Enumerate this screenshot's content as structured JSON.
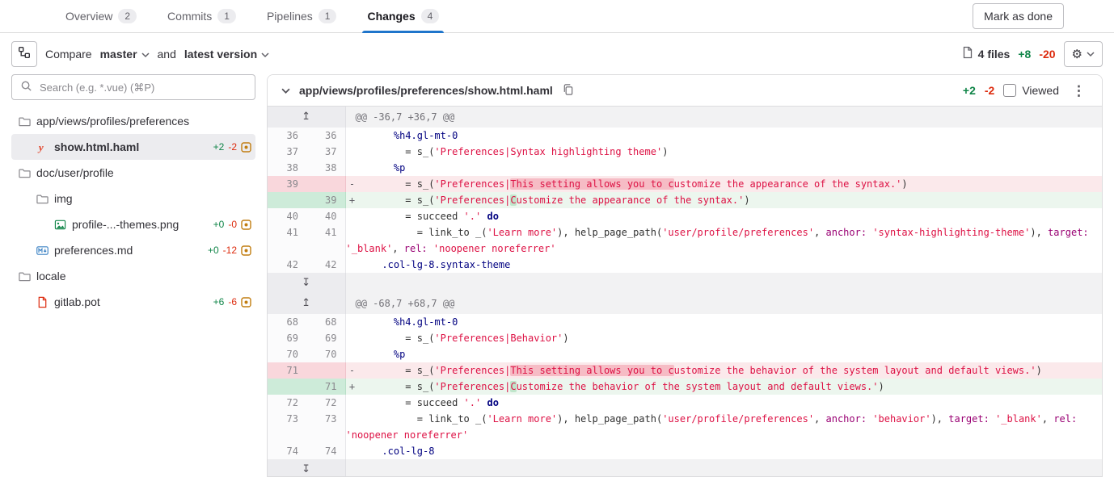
{
  "icons": {
    "gear": "⚙",
    "kebab": "⋮",
    "expand_up": "↥",
    "expand_down": "↧"
  },
  "header": {
    "tabs": [
      {
        "label": "Overview",
        "count": "2",
        "active": false
      },
      {
        "label": "Commits",
        "count": "1",
        "active": false
      },
      {
        "label": "Pipelines",
        "count": "1",
        "active": false
      },
      {
        "label": "Changes",
        "count": "4",
        "active": true
      }
    ],
    "mark_as_done": "Mark as done"
  },
  "compare_bar": {
    "compare_label": "Compare",
    "source_branch": "master",
    "and_label": "and",
    "version_label": "latest version",
    "files_count": "4 files",
    "additions": "+8",
    "deletions": "-20"
  },
  "sidebar": {
    "search_placeholder": "Search (e.g. *.vue) (⌘P)",
    "tree": [
      {
        "kind": "folder",
        "depth": 0,
        "label": "app/views/profiles/preferences"
      },
      {
        "kind": "file",
        "depth": 1,
        "icon": "haml",
        "label": "show.html.haml",
        "additions": "+2",
        "deletions": "-2",
        "selected": true
      },
      {
        "kind": "folder",
        "depth": 0,
        "label": "doc/user/profile"
      },
      {
        "kind": "folder",
        "depth": 1,
        "label": "img"
      },
      {
        "kind": "file",
        "depth": 2,
        "icon": "image",
        "label": "profile-...-themes.png",
        "additions": "+0",
        "deletions": "-0"
      },
      {
        "kind": "file",
        "depth": 1,
        "icon": "markdown",
        "label": "preferences.md",
        "additions": "+0",
        "deletions": "-12"
      },
      {
        "kind": "folder",
        "depth": 0,
        "label": "locale"
      },
      {
        "kind": "file",
        "depth": 1,
        "icon": "pot",
        "label": "gitlab.pot",
        "additions": "+6",
        "deletions": "-6"
      }
    ]
  },
  "diff": {
    "file_path": "app/views/profiles/preferences/show.html.haml",
    "additions": "+2",
    "deletions": "-2",
    "viewed_label": "Viewed",
    "rows": [
      {
        "kind": "hunk",
        "text": "@@ -36,7 +36,7 @@"
      },
      {
        "kind": "line",
        "type": "context",
        "old": "36",
        "new": "36",
        "segs": [
          [
            "d",
            "      "
          ],
          [
            "h",
            "%h4.gl-mt-0"
          ]
        ]
      },
      {
        "kind": "line",
        "type": "context",
        "old": "37",
        "new": "37",
        "segs": [
          [
            "d",
            "        = s_("
          ],
          [
            "s",
            "'Preferences|Syntax highlighting theme'"
          ],
          [
            "d",
            ")"
          ]
        ]
      },
      {
        "kind": "line",
        "type": "context",
        "old": "38",
        "new": "38",
        "segs": [
          [
            "d",
            "      "
          ],
          [
            "h",
            "%p"
          ]
        ]
      },
      {
        "kind": "line",
        "type": "remove",
        "old": "39",
        "new": "",
        "segs": [
          [
            "d",
            "        = s_("
          ],
          [
            "s",
            "'Preferences|"
          ],
          [
            "sx",
            "This setting allows you to c"
          ],
          [
            "s",
            "ustomize the appearance of the syntax.'"
          ],
          [
            "d",
            ")"
          ]
        ]
      },
      {
        "kind": "line",
        "type": "add",
        "old": "",
        "new": "39",
        "segs": [
          [
            "d",
            "        = s_("
          ],
          [
            "s",
            "'Preferences|"
          ],
          [
            "sa",
            "C"
          ],
          [
            "s",
            "ustomize the appearance of the syntax.'"
          ],
          [
            "d",
            ")"
          ]
        ]
      },
      {
        "kind": "line",
        "type": "context",
        "old": "40",
        "new": "40",
        "segs": [
          [
            "d",
            "        = succeed "
          ],
          [
            "s",
            "'.'"
          ],
          [
            "d",
            " "
          ],
          [
            "k",
            "do"
          ]
        ]
      },
      {
        "kind": "line",
        "type": "context",
        "old": "41",
        "new": "41",
        "segs": [
          [
            "d",
            "          = link_to _("
          ],
          [
            "s",
            "'Learn more'"
          ],
          [
            "d",
            "), help_page_path("
          ],
          [
            "s",
            "'user/profile/preferences'"
          ],
          [
            "d",
            ", "
          ],
          [
            "y",
            "anchor:"
          ],
          [
            "d",
            " "
          ],
          [
            "s",
            "'syntax-highlighting-theme'"
          ],
          [
            "d",
            "), "
          ],
          [
            "y",
            "target:"
          ],
          [
            "d",
            " "
          ],
          [
            "s",
            "'_blank'"
          ],
          [
            "d",
            ", "
          ],
          [
            "y",
            "rel:"
          ],
          [
            "d",
            " "
          ],
          [
            "s",
            "'noopener noreferrer'"
          ]
        ]
      },
      {
        "kind": "line",
        "type": "context",
        "old": "42",
        "new": "42",
        "segs": [
          [
            "d",
            "    "
          ],
          [
            "h",
            ".col-lg-8.syntax-theme"
          ]
        ]
      },
      {
        "kind": "expand"
      },
      {
        "kind": "hunk",
        "text": "@@ -68,7 +68,7 @@"
      },
      {
        "kind": "line",
        "type": "context",
        "old": "68",
        "new": "68",
        "segs": [
          [
            "d",
            "      "
          ],
          [
            "h",
            "%h4.gl-mt-0"
          ]
        ]
      },
      {
        "kind": "line",
        "type": "context",
        "old": "69",
        "new": "69",
        "segs": [
          [
            "d",
            "        = s_("
          ],
          [
            "s",
            "'Preferences|Behavior'"
          ],
          [
            "d",
            ")"
          ]
        ]
      },
      {
        "kind": "line",
        "type": "context",
        "old": "70",
        "new": "70",
        "segs": [
          [
            "d",
            "      "
          ],
          [
            "h",
            "%p"
          ]
        ]
      },
      {
        "kind": "line",
        "type": "remove",
        "old": "71",
        "new": "",
        "segs": [
          [
            "d",
            "        = s_("
          ],
          [
            "s",
            "'Preferences|"
          ],
          [
            "sx",
            "This setting allows you to c"
          ],
          [
            "s",
            "ustomize the behavior of the system layout and default views.'"
          ],
          [
            "d",
            ")"
          ]
        ]
      },
      {
        "kind": "line",
        "type": "add",
        "old": "",
        "new": "71",
        "segs": [
          [
            "d",
            "        = s_("
          ],
          [
            "s",
            "'Preferences|"
          ],
          [
            "sa",
            "C"
          ],
          [
            "s",
            "ustomize the behavior of the system layout and default views.'"
          ],
          [
            "d",
            ")"
          ]
        ]
      },
      {
        "kind": "line",
        "type": "context",
        "old": "72",
        "new": "72",
        "segs": [
          [
            "d",
            "        = succeed "
          ],
          [
            "s",
            "'.'"
          ],
          [
            "d",
            " "
          ],
          [
            "k",
            "do"
          ]
        ]
      },
      {
        "kind": "line",
        "type": "context",
        "old": "73",
        "new": "73",
        "segs": [
          [
            "d",
            "          = link_to _("
          ],
          [
            "s",
            "'Learn more'"
          ],
          [
            "d",
            "), help_page_path("
          ],
          [
            "s",
            "'user/profile/preferences'"
          ],
          [
            "d",
            ", "
          ],
          [
            "y",
            "anchor:"
          ],
          [
            "d",
            " "
          ],
          [
            "s",
            "'behavior'"
          ],
          [
            "d",
            "), "
          ],
          [
            "y",
            "target:"
          ],
          [
            "d",
            " "
          ],
          [
            "s",
            "'_blank'"
          ],
          [
            "d",
            ", "
          ],
          [
            "y",
            "rel:"
          ],
          [
            "d",
            " "
          ],
          [
            "s",
            "'noopener noreferrer'"
          ]
        ]
      },
      {
        "kind": "line",
        "type": "context",
        "old": "74",
        "new": "74",
        "segs": [
          [
            "d",
            "    "
          ],
          [
            "h",
            ".col-lg-8"
          ]
        ]
      },
      {
        "kind": "expand"
      }
    ]
  }
}
